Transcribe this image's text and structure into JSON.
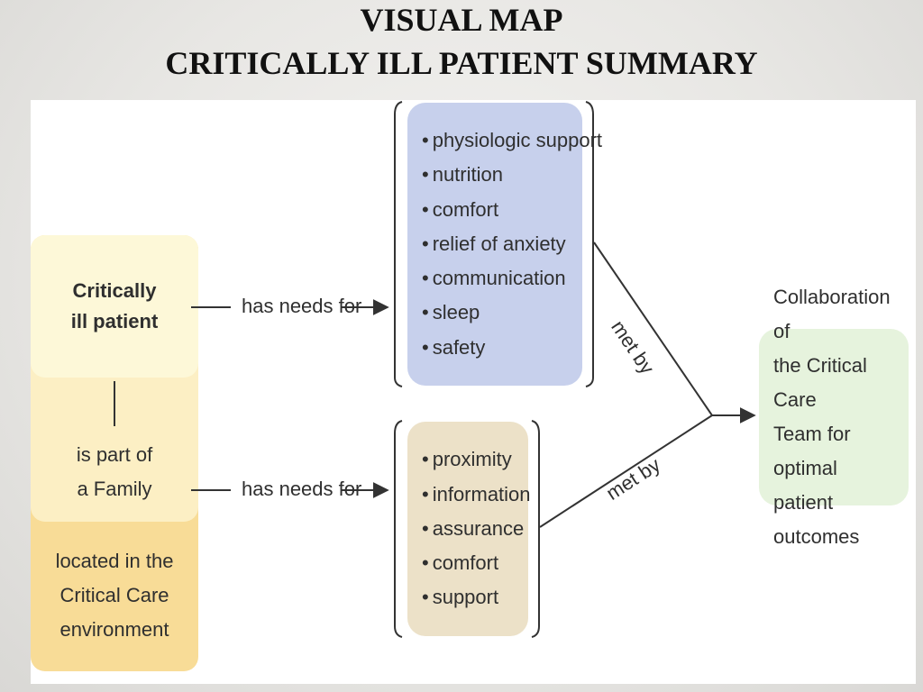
{
  "slide": {
    "title_line1": "VISUAL MAP",
    "title_line2": "CRITICALLY ILL PATIENT SUMMARY"
  },
  "diagram": {
    "patient": {
      "line1": "Critically",
      "line2": "ill patient"
    },
    "family": {
      "line1": "is part of",
      "line2": "a Family"
    },
    "environment": {
      "line1": "located in the",
      "line2": "Critical Care",
      "line3": "environment"
    },
    "edge_patient": "has needs for",
    "edge_family": "has needs for",
    "patient_needs": [
      "physiologic support",
      "nutrition",
      "comfort",
      "relief of anxiety",
      "communication",
      "sleep",
      "safety"
    ],
    "family_needs": [
      "proximity",
      "information",
      "assurance",
      "comfort",
      "support"
    ],
    "met_by_top": "met by",
    "met_by_bottom": "met by",
    "outcome": {
      "line1": "Collaboration of",
      "line2": "the Critical Care",
      "line3": "Team for optimal",
      "line4": "patient outcomes"
    },
    "colors": {
      "patient_box": "#fdf8d8",
      "family_box": "#fcefc4",
      "environment_box": "#f8dc97",
      "patient_needs_box": "#c7d0ec",
      "family_needs_box": "#ece1c8",
      "outcome_box": "#e6f3dd"
    }
  }
}
